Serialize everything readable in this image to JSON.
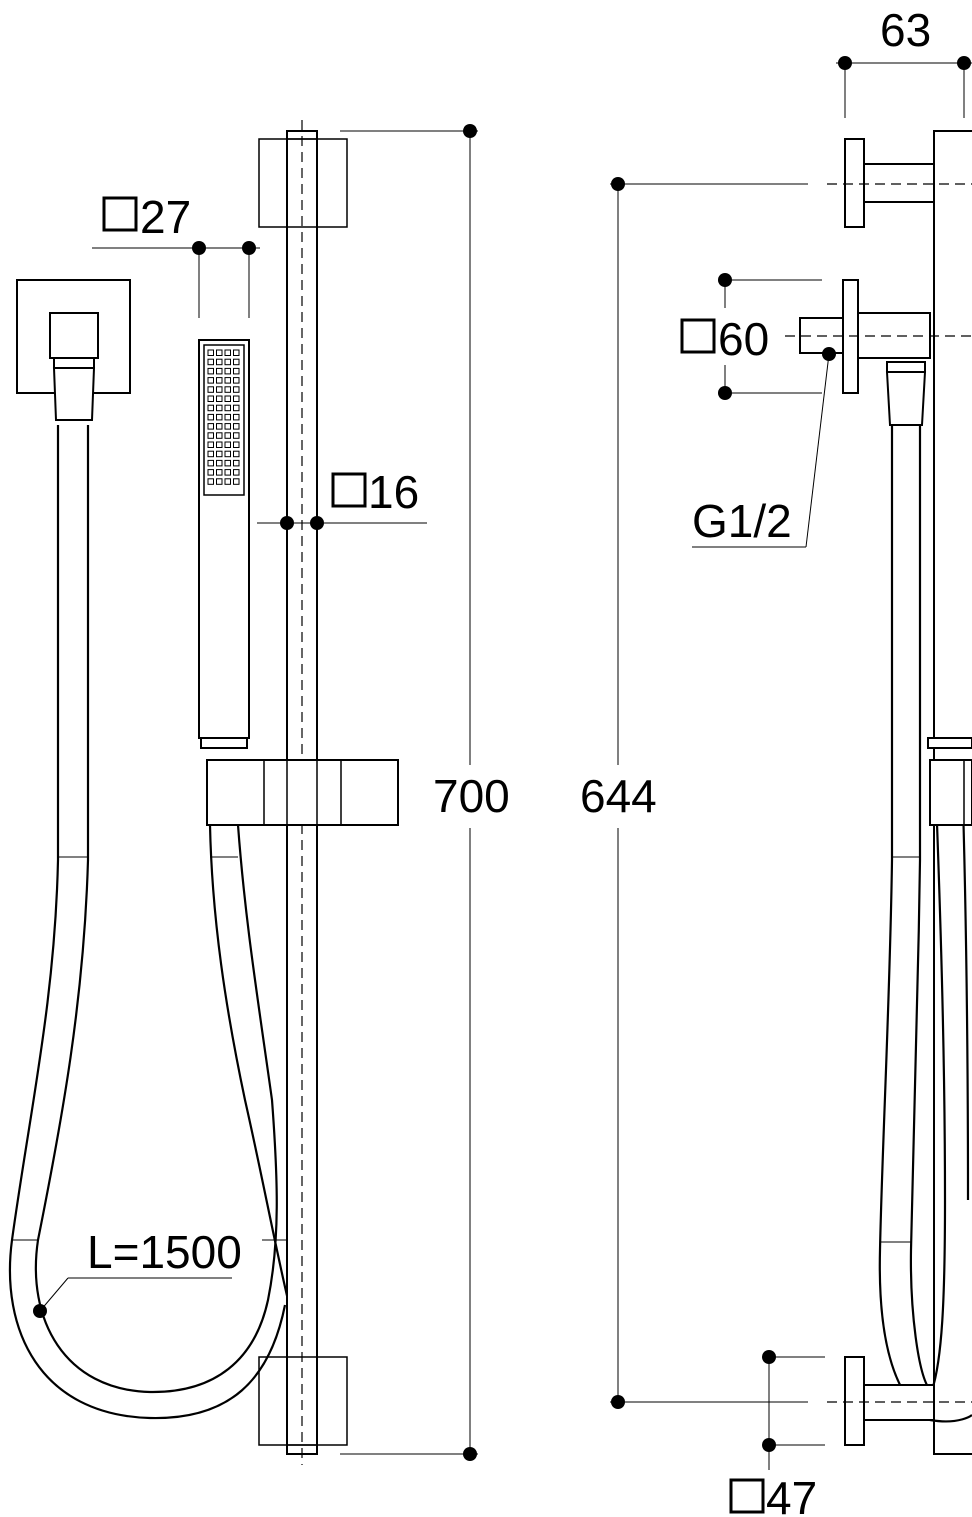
{
  "dimensions": {
    "handshower_width": "27",
    "rail_width": "16",
    "rail_length": "700",
    "hose_length": "L=1500",
    "bracket_spacing": "644",
    "wall_offset": "63",
    "outlet_plate": "60",
    "outlet_thread": "G1/2",
    "bracket_plate": "47"
  }
}
